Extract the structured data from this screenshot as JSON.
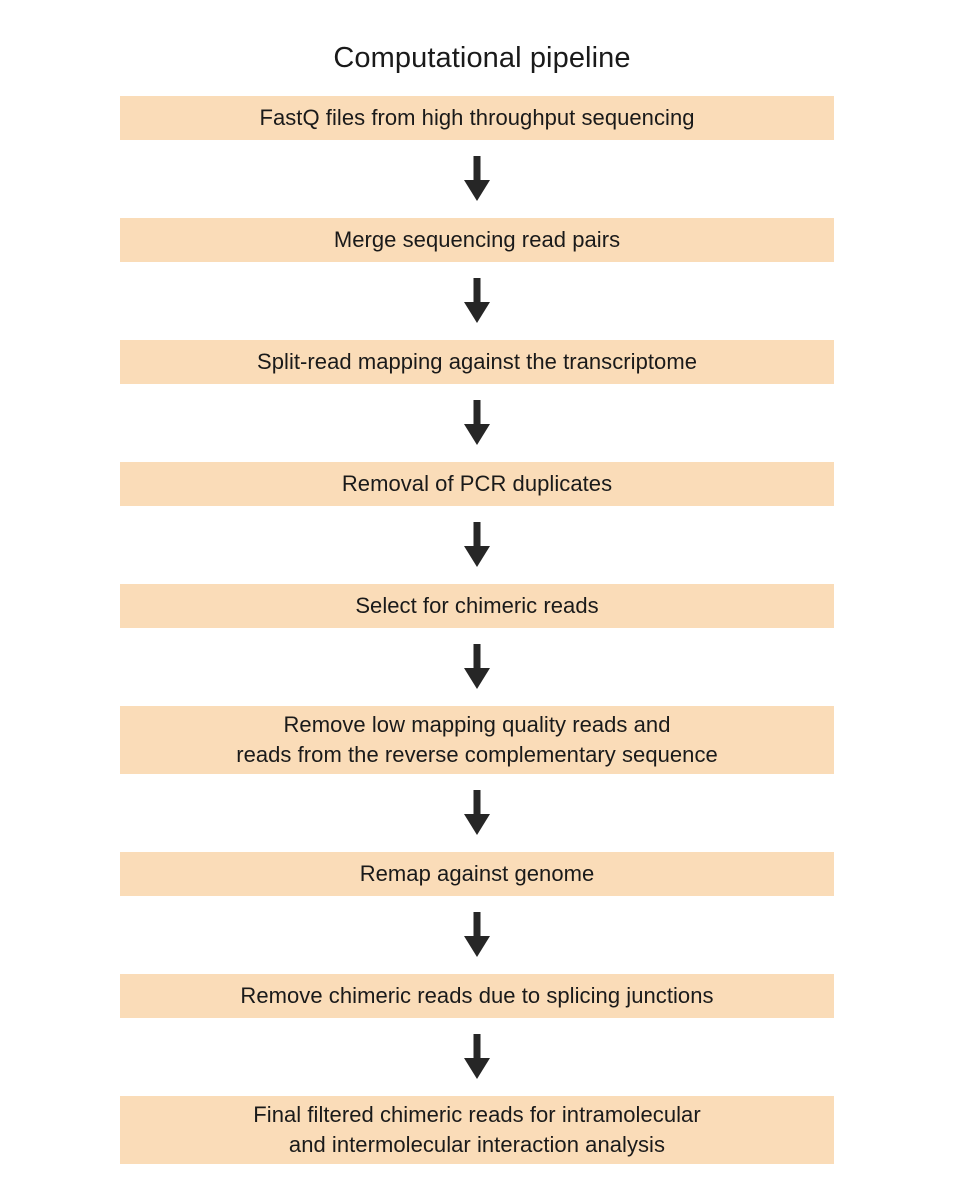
{
  "figure": {
    "title": "Computational pipeline",
    "background_color": "#ffffff",
    "box_fill_color": "#fadcb8",
    "text_color": "#1a1a1a",
    "arrow_color": "#262626"
  },
  "chart_data": {
    "type": "diagram",
    "diagram_type": "flowchart",
    "orientation": "vertical",
    "title": "Computational pipeline",
    "node_count": 9,
    "connector_count": 8,
    "connector_type": "arrow-down",
    "nodes": [
      {
        "id": "step-1",
        "label": "FastQ files from high throughput sequencing",
        "lines": 1
      },
      {
        "id": "step-2",
        "label": "Merge sequencing read pairs",
        "lines": 1
      },
      {
        "id": "step-3",
        "label": "Split-read mapping against the transcriptome",
        "lines": 1
      },
      {
        "id": "step-4",
        "label": "Removal of PCR duplicates",
        "lines": 1
      },
      {
        "id": "step-5",
        "label": "Select for chimeric reads",
        "lines": 1
      },
      {
        "id": "step-6",
        "label": "Remove low mapping quality reads and\nreads from the reverse complementary sequence",
        "lines": 2
      },
      {
        "id": "step-7",
        "label": "Remap against genome",
        "lines": 1
      },
      {
        "id": "step-8",
        "label": "Remove chimeric reads due to splicing junctions",
        "lines": 1
      },
      {
        "id": "step-9",
        "label": "Final filtered chimeric reads for intramolecular\nand intermolecular interaction analysis",
        "lines": 2
      }
    ],
    "edges": [
      {
        "from": "step-1",
        "to": "step-2"
      },
      {
        "from": "step-2",
        "to": "step-3"
      },
      {
        "from": "step-3",
        "to": "step-4"
      },
      {
        "from": "step-4",
        "to": "step-5"
      },
      {
        "from": "step-5",
        "to": "step-6"
      },
      {
        "from": "step-6",
        "to": "step-7"
      },
      {
        "from": "step-7",
        "to": "step-8"
      },
      {
        "from": "step-8",
        "to": "step-9"
      }
    ]
  }
}
